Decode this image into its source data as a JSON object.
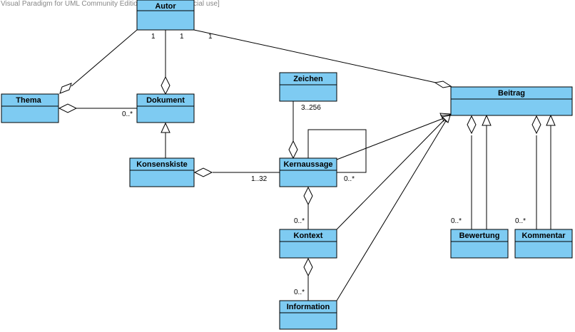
{
  "watermark": "Visual Paradigm for UML Community Edition [not for commercial use]",
  "colors": {
    "class_fill": "#7ecbf2",
    "stroke": "#000000",
    "background": "#ffffff"
  },
  "classes": [
    {
      "id": "autor",
      "name": "Autor"
    },
    {
      "id": "thema",
      "name": "Thema"
    },
    {
      "id": "dokument",
      "name": "Dokument"
    },
    {
      "id": "zeichen",
      "name": "Zeichen"
    },
    {
      "id": "beitrag",
      "name": "Beitrag"
    },
    {
      "id": "konsenskiste",
      "name": "Konsenskiste"
    },
    {
      "id": "kernaussage",
      "name": "Kernaussage"
    },
    {
      "id": "kontext",
      "name": "Kontext"
    },
    {
      "id": "bewertung",
      "name": "Bewertung"
    },
    {
      "id": "kommentar",
      "name": "Kommentar"
    },
    {
      "id": "information",
      "name": "Information"
    }
  ],
  "multiplicities": [
    {
      "id": "autor-thema",
      "text": "1"
    },
    {
      "id": "autor-dokument",
      "text": "1"
    },
    {
      "id": "autor-beitrag",
      "text": "1"
    },
    {
      "id": "thema-dokument",
      "text": "0..*"
    },
    {
      "id": "zeichen-kernaussage",
      "text": "3..256"
    },
    {
      "id": "konsenskiste-kernaussage",
      "text": "1..32"
    },
    {
      "id": "kernaussage-self",
      "text": "0..*"
    },
    {
      "id": "kernaussage-kontext",
      "text": "0..*"
    },
    {
      "id": "kontext-information",
      "text": "0..*"
    },
    {
      "id": "beitrag-bewertung",
      "text": "0..*"
    },
    {
      "id": "beitrag-kommentar",
      "text": "0..*"
    }
  ]
}
